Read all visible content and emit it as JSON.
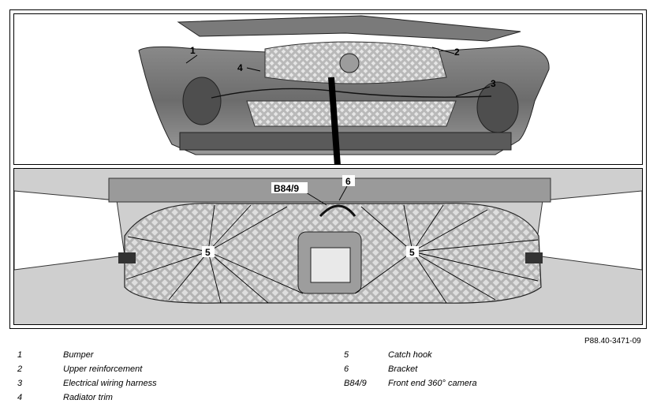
{
  "figure": {
    "reference": "P88.40-3471-09",
    "callouts_top": [
      "1",
      "2",
      "3",
      "4"
    ],
    "callouts_bottom": {
      "left_hook": "5",
      "right_hook": "5",
      "bracket": "6",
      "camera": "B84/9"
    }
  },
  "legend": {
    "left": [
      {
        "num": "1",
        "text": "Bumper"
      },
      {
        "num": "2",
        "text": "Upper reinforcement"
      },
      {
        "num": "3",
        "text": "Electrical wiring harness"
      },
      {
        "num": "4",
        "text": "Radiator trim"
      }
    ],
    "right": [
      {
        "num": "5",
        "text": "Catch hook"
      },
      {
        "num": "6",
        "text": "Bracket"
      },
      {
        "num": "B84/9",
        "text": "Front end 360° camera"
      }
    ]
  }
}
